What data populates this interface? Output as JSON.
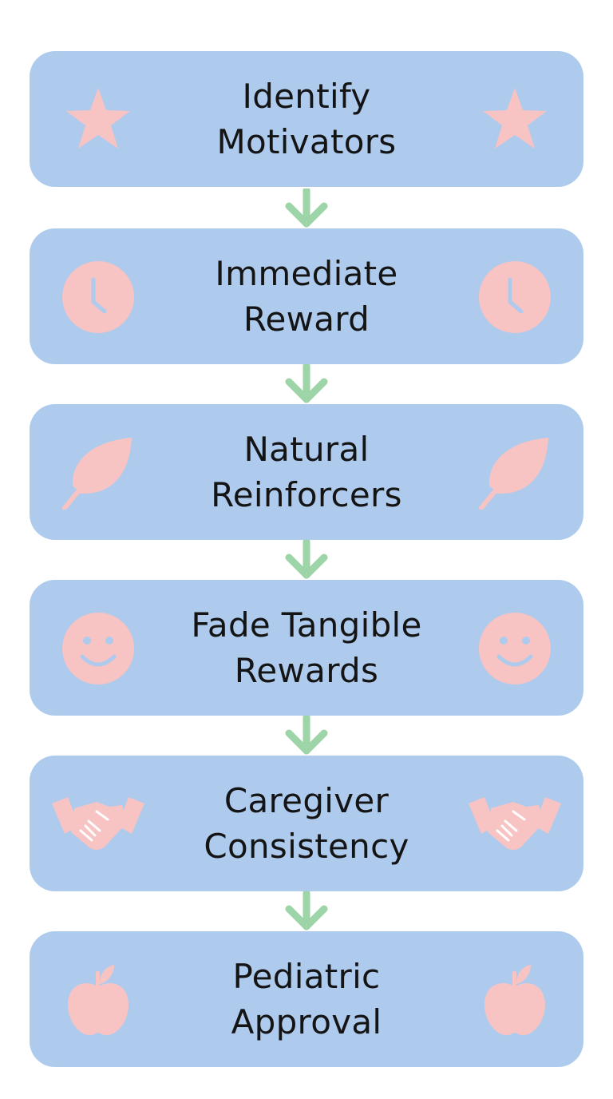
{
  "colors": {
    "box_fill": "#aecbee",
    "icon_fill": "#f7c3c3",
    "arrow": "#9dd4a8",
    "text": "#141414",
    "background": "#ffffff"
  },
  "steps": [
    {
      "label": "Identify\nMotivators",
      "icon": "star-icon"
    },
    {
      "label": "Immediate\nReward",
      "icon": "clock-icon"
    },
    {
      "label": "Natural\nReinforcers",
      "icon": "leaf-icon"
    },
    {
      "label": "Fade Tangible\nRewards",
      "icon": "smiley-icon"
    },
    {
      "label": "Caregiver\nConsistency",
      "icon": "handshake-icon"
    },
    {
      "label": "Pediatric\nApproval",
      "icon": "apple-icon"
    }
  ]
}
